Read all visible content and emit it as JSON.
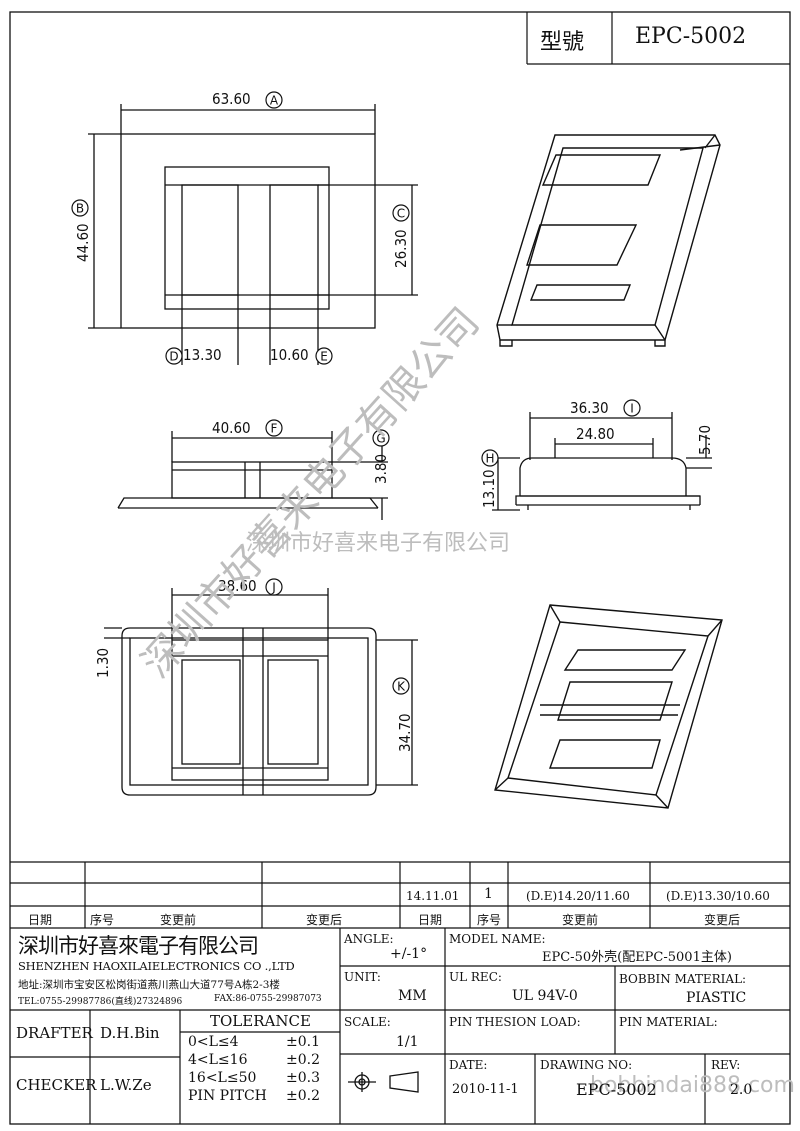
{
  "header": {
    "model_label": "型號",
    "model_value": "EPC-5002"
  },
  "dims": {
    "A": {
      "letter": "A",
      "value": "63.60"
    },
    "B": {
      "letter": "B",
      "value": "44.60"
    },
    "C": {
      "letter": "C",
      "value": "26.30"
    },
    "D": {
      "letter": "D",
      "value": "13.30"
    },
    "E": {
      "letter": "E",
      "value": "10.60"
    },
    "F": {
      "letter": "F",
      "value": "40.60"
    },
    "G": {
      "letter": "G",
      "value": "3.80"
    },
    "H": {
      "letter": "H",
      "value": "13.10"
    },
    "I": {
      "letter": "I",
      "value": "36.30"
    },
    "J": {
      "letter": "J",
      "value": "38.60"
    },
    "K": {
      "letter": "K",
      "value": "34.70"
    },
    "inner_width": "24.80",
    "side_height": "5.70",
    "rim": "1.30"
  },
  "watermark": {
    "diagonal": "深圳市好喜来电子有限公司",
    "horizontal": "深圳市好喜来电子有限公司",
    "site": "bobbindai888.com"
  },
  "revision_table": {
    "row": [
      "14.11.01",
      "1",
      "(D.E)14.20/11.60",
      "(D.E)13.30/10.60"
    ],
    "headers": [
      "日期",
      "序号",
      "变更前",
      "变更后",
      "日期",
      "序号",
      "变更前",
      "变更后"
    ]
  },
  "company": {
    "name_cn": "深圳市好喜來電子有限公司",
    "name_en": "SHENZHEN HAOXILAIELECTRONICS CO .,LTD",
    "address": "地址:深圳市宝安区松岗街道燕川燕山大道77号A栋2-3楼",
    "tel": "TEL:0755-29987786(直线)27324896",
    "fax": "FAX:86-0755-29987073"
  },
  "title_block": {
    "angle_label": "ANGLE:",
    "angle_value": "+/-1°",
    "model_name_label": "MODEL NAME:",
    "model_name_value": "EPC-50外壳(配EPC-5001主体)",
    "unit_label": "UNIT:",
    "unit_value": "MM",
    "ul_rec_label": "UL REC:",
    "ul_rec_value": "UL 94V-0",
    "bobbin_material_label": "BOBBIN MATERIAL:",
    "bobbin_material_value": "PIASTIC",
    "scale_label": "SCALE:",
    "scale_value": "1/1",
    "pin_tension_label": "PIN THESION LOAD:",
    "pin_material_label": "PIN MATERIAL:",
    "date_label": "DATE:",
    "date_value": "2010-11-1",
    "drawing_no_label": "DRAWING NO:",
    "drawing_no_value": "EPC-5002",
    "rev_label": "REV:",
    "rev_value": "2.0",
    "drafter_label": "DRAFTER",
    "drafter_value": "D.H.Bin",
    "checker_label": "CHECKER",
    "checker_value": "L.W.Ze",
    "tolerance_label": "TOLERANCE",
    "tolerances": [
      {
        "range": "0<L≤4",
        "tol": "±0.1"
      },
      {
        "range": "4<L≤16",
        "tol": "±0.2"
      },
      {
        "range": "16<L≤50",
        "tol": "±0.3"
      },
      {
        "range": "PIN PITCH",
        "tol": "±0.2"
      }
    ]
  }
}
